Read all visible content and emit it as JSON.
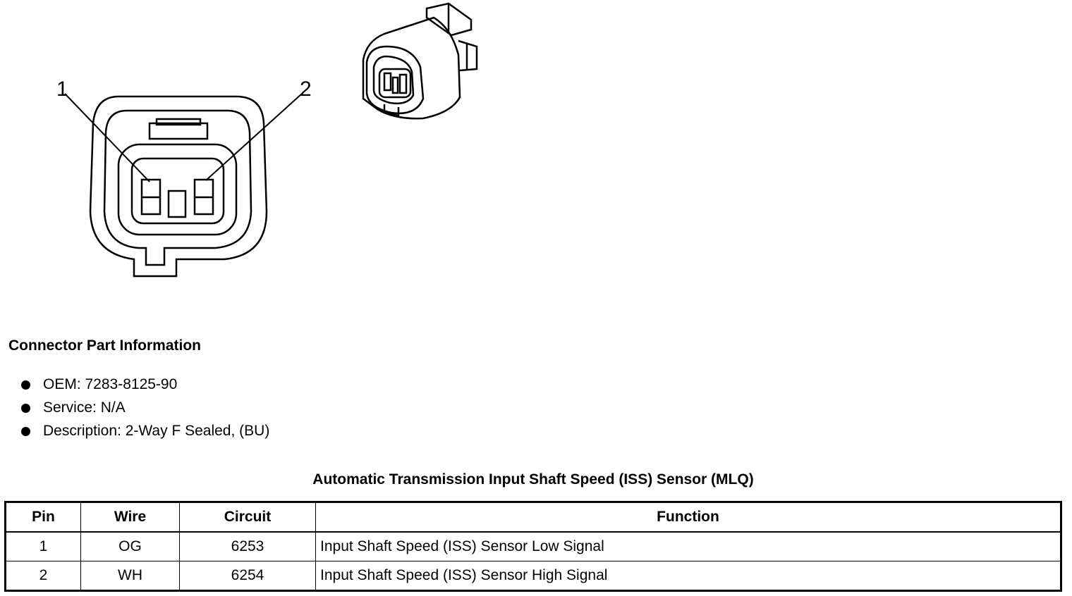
{
  "diagram": {
    "pin_labels": [
      "1",
      "2"
    ]
  },
  "connector_info": {
    "title": "Connector Part Information",
    "items": [
      "OEM: 7283-8125-90",
      "Service: N/A",
      "Description: 2-Way F Sealed, (BU)"
    ]
  },
  "table": {
    "title": "Automatic Transmission Input Shaft Speed (ISS) Sensor (MLQ)",
    "headers": [
      "Pin",
      "Wire",
      "Circuit",
      "Function"
    ],
    "rows": [
      [
        "1",
        "OG",
        "6253",
        "Input Shaft Speed (ISS) Sensor Low Signal"
      ],
      [
        "2",
        "WH",
        "6254",
        "Input Shaft Speed (ISS) Sensor High Signal"
      ]
    ]
  }
}
